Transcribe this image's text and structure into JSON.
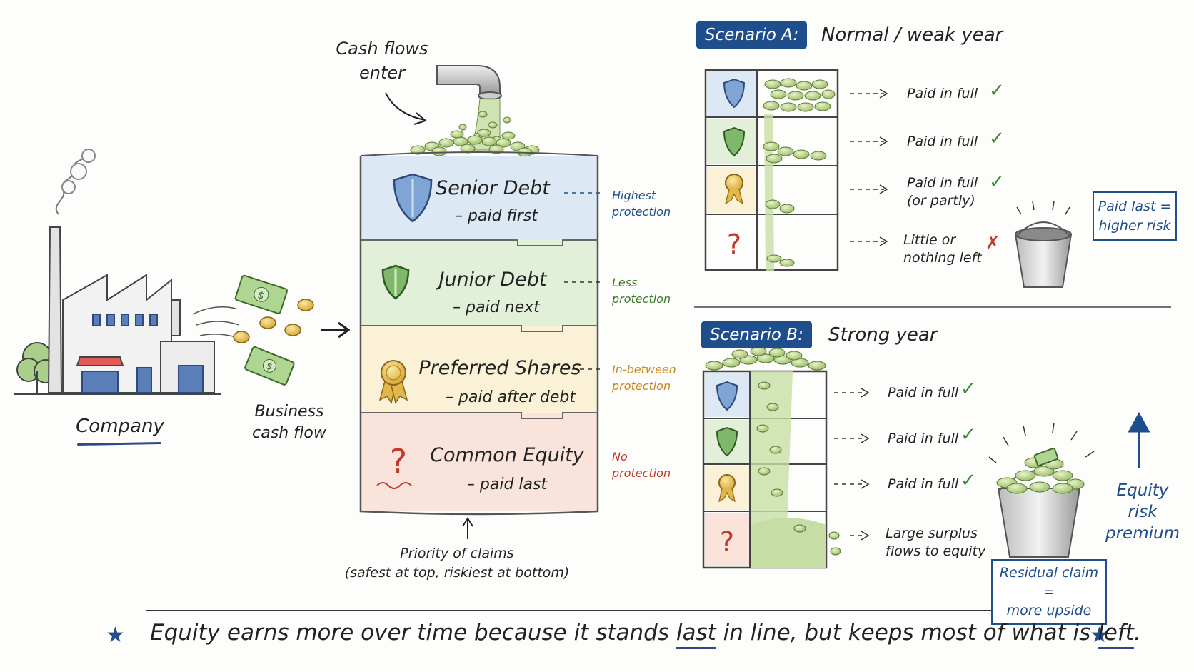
{
  "company": {
    "label": "Company"
  },
  "flow": {
    "business_cash_flow": [
      "Business",
      "cash flow"
    ],
    "cash_flows_enter": [
      "Cash flows",
      "enter"
    ]
  },
  "tiers": [
    {
      "title": "Senior Debt",
      "sub": "– paid first",
      "protection": [
        "Highest",
        "protection"
      ],
      "color": "#dde8f5",
      "icon": "shield-blue-icon"
    },
    {
      "title": "Junior Debt",
      "sub": "– paid next",
      "protection": [
        "Less",
        "protection"
      ],
      "color": "#e2efd9",
      "icon": "shield-green-icon"
    },
    {
      "title": "Preferred Shares",
      "sub": "– paid after debt",
      "protection": [
        "In-between",
        "protection"
      ],
      "color": "#fbf1d6",
      "icon": "medal-icon"
    },
    {
      "title": "Common Equity",
      "sub": "– paid last",
      "protection": [
        "No",
        "protection"
      ],
      "color": "#fae3da",
      "icon": "question-icon"
    }
  ],
  "protection_colors": [
    "#1f4e8c",
    "#3a7a2a",
    "#c9861a",
    "#c0392b"
  ],
  "priority": [
    "Priority of claims",
    "(safest at top, riskiest at bottom)"
  ],
  "scenario_a": {
    "badge": "Scenario A:",
    "title": "Normal / weak year",
    "rows": [
      {
        "text": [
          "Paid in full"
        ],
        "mark": "✓"
      },
      {
        "text": [
          "Paid in full"
        ],
        "mark": "✓"
      },
      {
        "text": [
          "Paid in full",
          "(or partly)"
        ],
        "mark": "✓"
      },
      {
        "text": [
          "Little or",
          "nothing left"
        ],
        "mark": "✗"
      }
    ],
    "note": [
      "Paid last =",
      "higher risk"
    ]
  },
  "scenario_b": {
    "badge": "Scenario B:",
    "title": "Strong year",
    "rows": [
      {
        "text": [
          "Paid in full"
        ],
        "mark": "✓"
      },
      {
        "text": [
          "Paid in full"
        ],
        "mark": "✓"
      },
      {
        "text": [
          "Paid in full"
        ],
        "mark": "✓"
      },
      {
        "text": [
          "Large surplus",
          "flows to equity"
        ],
        "mark": ""
      }
    ],
    "note": [
      "Residual claim =",
      "more upside"
    ],
    "erp": [
      "Equity",
      "risk",
      "premium"
    ]
  },
  "footer": {
    "star": "★",
    "parts": [
      "Equity earns more over time because it stands ",
      "last",
      " in line, but keeps most of what is ",
      "left",
      "."
    ]
  }
}
